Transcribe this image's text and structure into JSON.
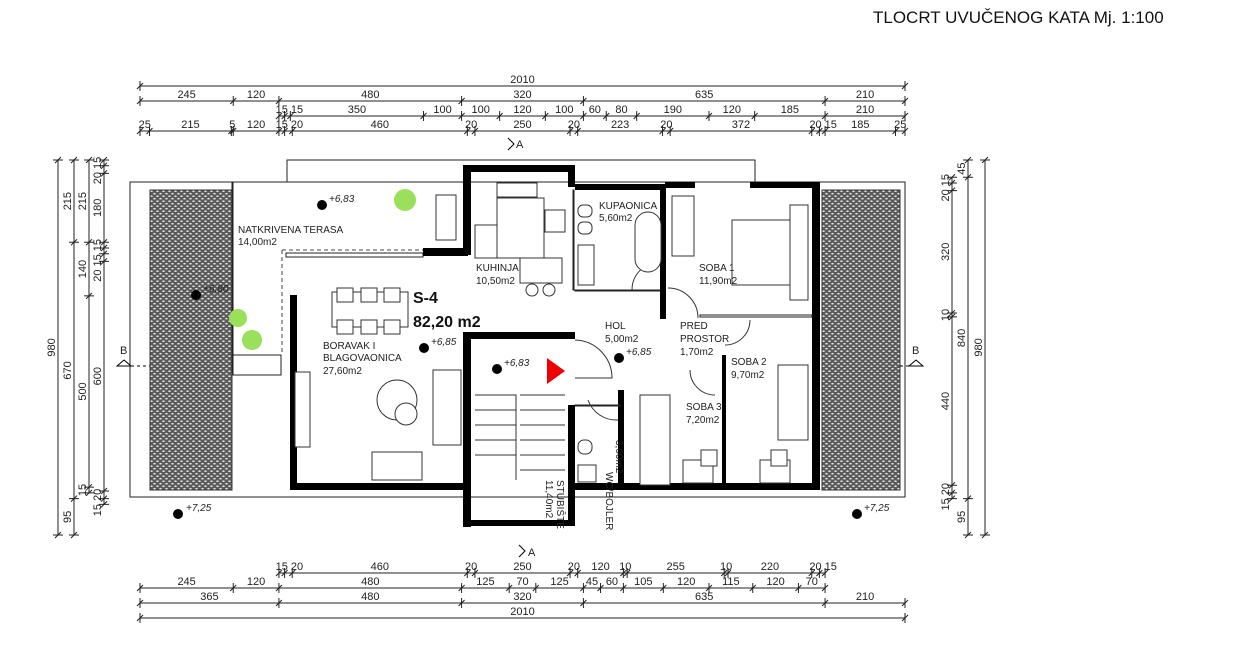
{
  "title": "TLOCRT UVUČENOG KATA Mj. 1:100",
  "unit_label": "S-4",
  "unit_area": "82,20 m2",
  "section_marks": {
    "a_top": "A",
    "a_bottom": "A",
    "b_left": "B",
    "b_right": "B"
  },
  "rooms": {
    "terrace": {
      "name": "NATKRIVENA TERASA",
      "area": "14,00m2"
    },
    "living": {
      "name1": "BORAVAK I",
      "name2": "BLAGOVAONICA",
      "area": "27,60m2"
    },
    "kitchen": {
      "name": "KUHINJA",
      "area": "10,50m2"
    },
    "bathroom": {
      "name": "KUPAONICA",
      "area": "5,60m2"
    },
    "bedroom1": {
      "name": "SOBA 1",
      "area": "11,90m2"
    },
    "hall": {
      "name": "HOL",
      "area": "5,00m2"
    },
    "anteroom": {
      "name1": "PRED",
      "name2": "PROSTOR",
      "area": "1,70m2"
    },
    "bedroom2": {
      "name": "SOBA 2",
      "area": "9,70m2"
    },
    "bedroom3": {
      "name": "SOBA 3",
      "area": "7,20m2"
    },
    "wc": {
      "name": "WC/BOJLER",
      "area": "3,00m2"
    },
    "stairs": {
      "name": "STUBIŠTE",
      "area": "11,40m2"
    }
  },
  "elevations": {
    "terrace": "+6,83",
    "left_terrace": "+6,80",
    "living": "+6,85",
    "stairs": "+6,83",
    "hall": "+6,85",
    "ground_left": "+7,25",
    "ground_right": "+7,25"
  },
  "dimensions": {
    "top": [
      [
        2010
      ],
      [
        245,
        120,
        480,
        320,
        635,
        210
      ],
      [
        15,
        15,
        350,
        100,
        100,
        120,
        100,
        60,
        80,
        190,
        120,
        185,
        210
      ],
      [
        25,
        215,
        5,
        120,
        15,
        20,
        460,
        20,
        250,
        20,
        223,
        20,
        372,
        20,
        15,
        185,
        25
      ]
    ],
    "bottom": [
      [
        15,
        20,
        460,
        20,
        250,
        20,
        120,
        10,
        255,
        10,
        220,
        20,
        15
      ],
      [
        245,
        120,
        480,
        125,
        70,
        125,
        45,
        60,
        105,
        120,
        115,
        120,
        70
      ],
      [
        365,
        480,
        320,
        635,
        210
      ],
      [
        2010
      ]
    ],
    "left": [
      [
        980
      ],
      [
        215,
        670,
        95
      ],
      [
        215,
        140,
        500,
        15
      ],
      [
        15,
        20,
        180,
        15,
        15,
        20,
        600,
        20,
        15
      ]
    ],
    "right": [
      [
        15,
        20,
        320,
        10,
        440,
        20,
        15
      ],
      [
        45,
        840,
        95
      ],
      [
        980
      ]
    ]
  },
  "colors": {
    "wall": "#000000",
    "entry_arrow": "#ee0000",
    "plants": "#9be05a",
    "hatch": "#5a5a5a"
  }
}
